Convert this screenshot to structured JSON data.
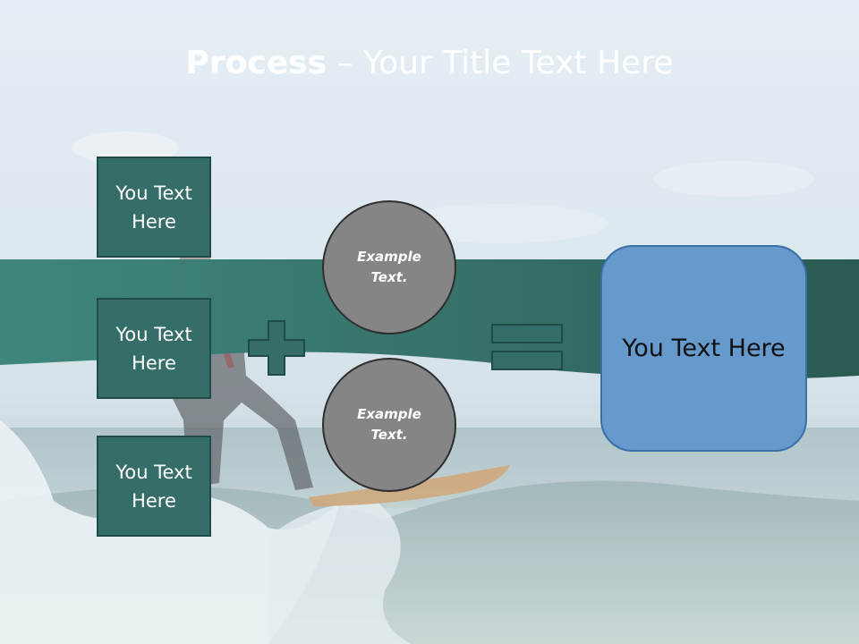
{
  "header": {
    "title_bold": "Process",
    "title_rest": " – Your Title Text Here"
  },
  "left_boxes": [
    {
      "text": "You Text Here"
    },
    {
      "text": "You Text Here"
    },
    {
      "text": "You Text Here"
    }
  ],
  "circles": [
    {
      "text": "Example Text."
    },
    {
      "text": "Example Text."
    }
  ],
  "operators": {
    "plus": "plus-sign",
    "equals": "equals-sign"
  },
  "result_box": {
    "text": "You Text Here"
  },
  "colors": {
    "header_band": "#3b7d74",
    "box_fill": "#356e68",
    "circle_fill": "#858585",
    "result_fill": "#6699cc"
  }
}
